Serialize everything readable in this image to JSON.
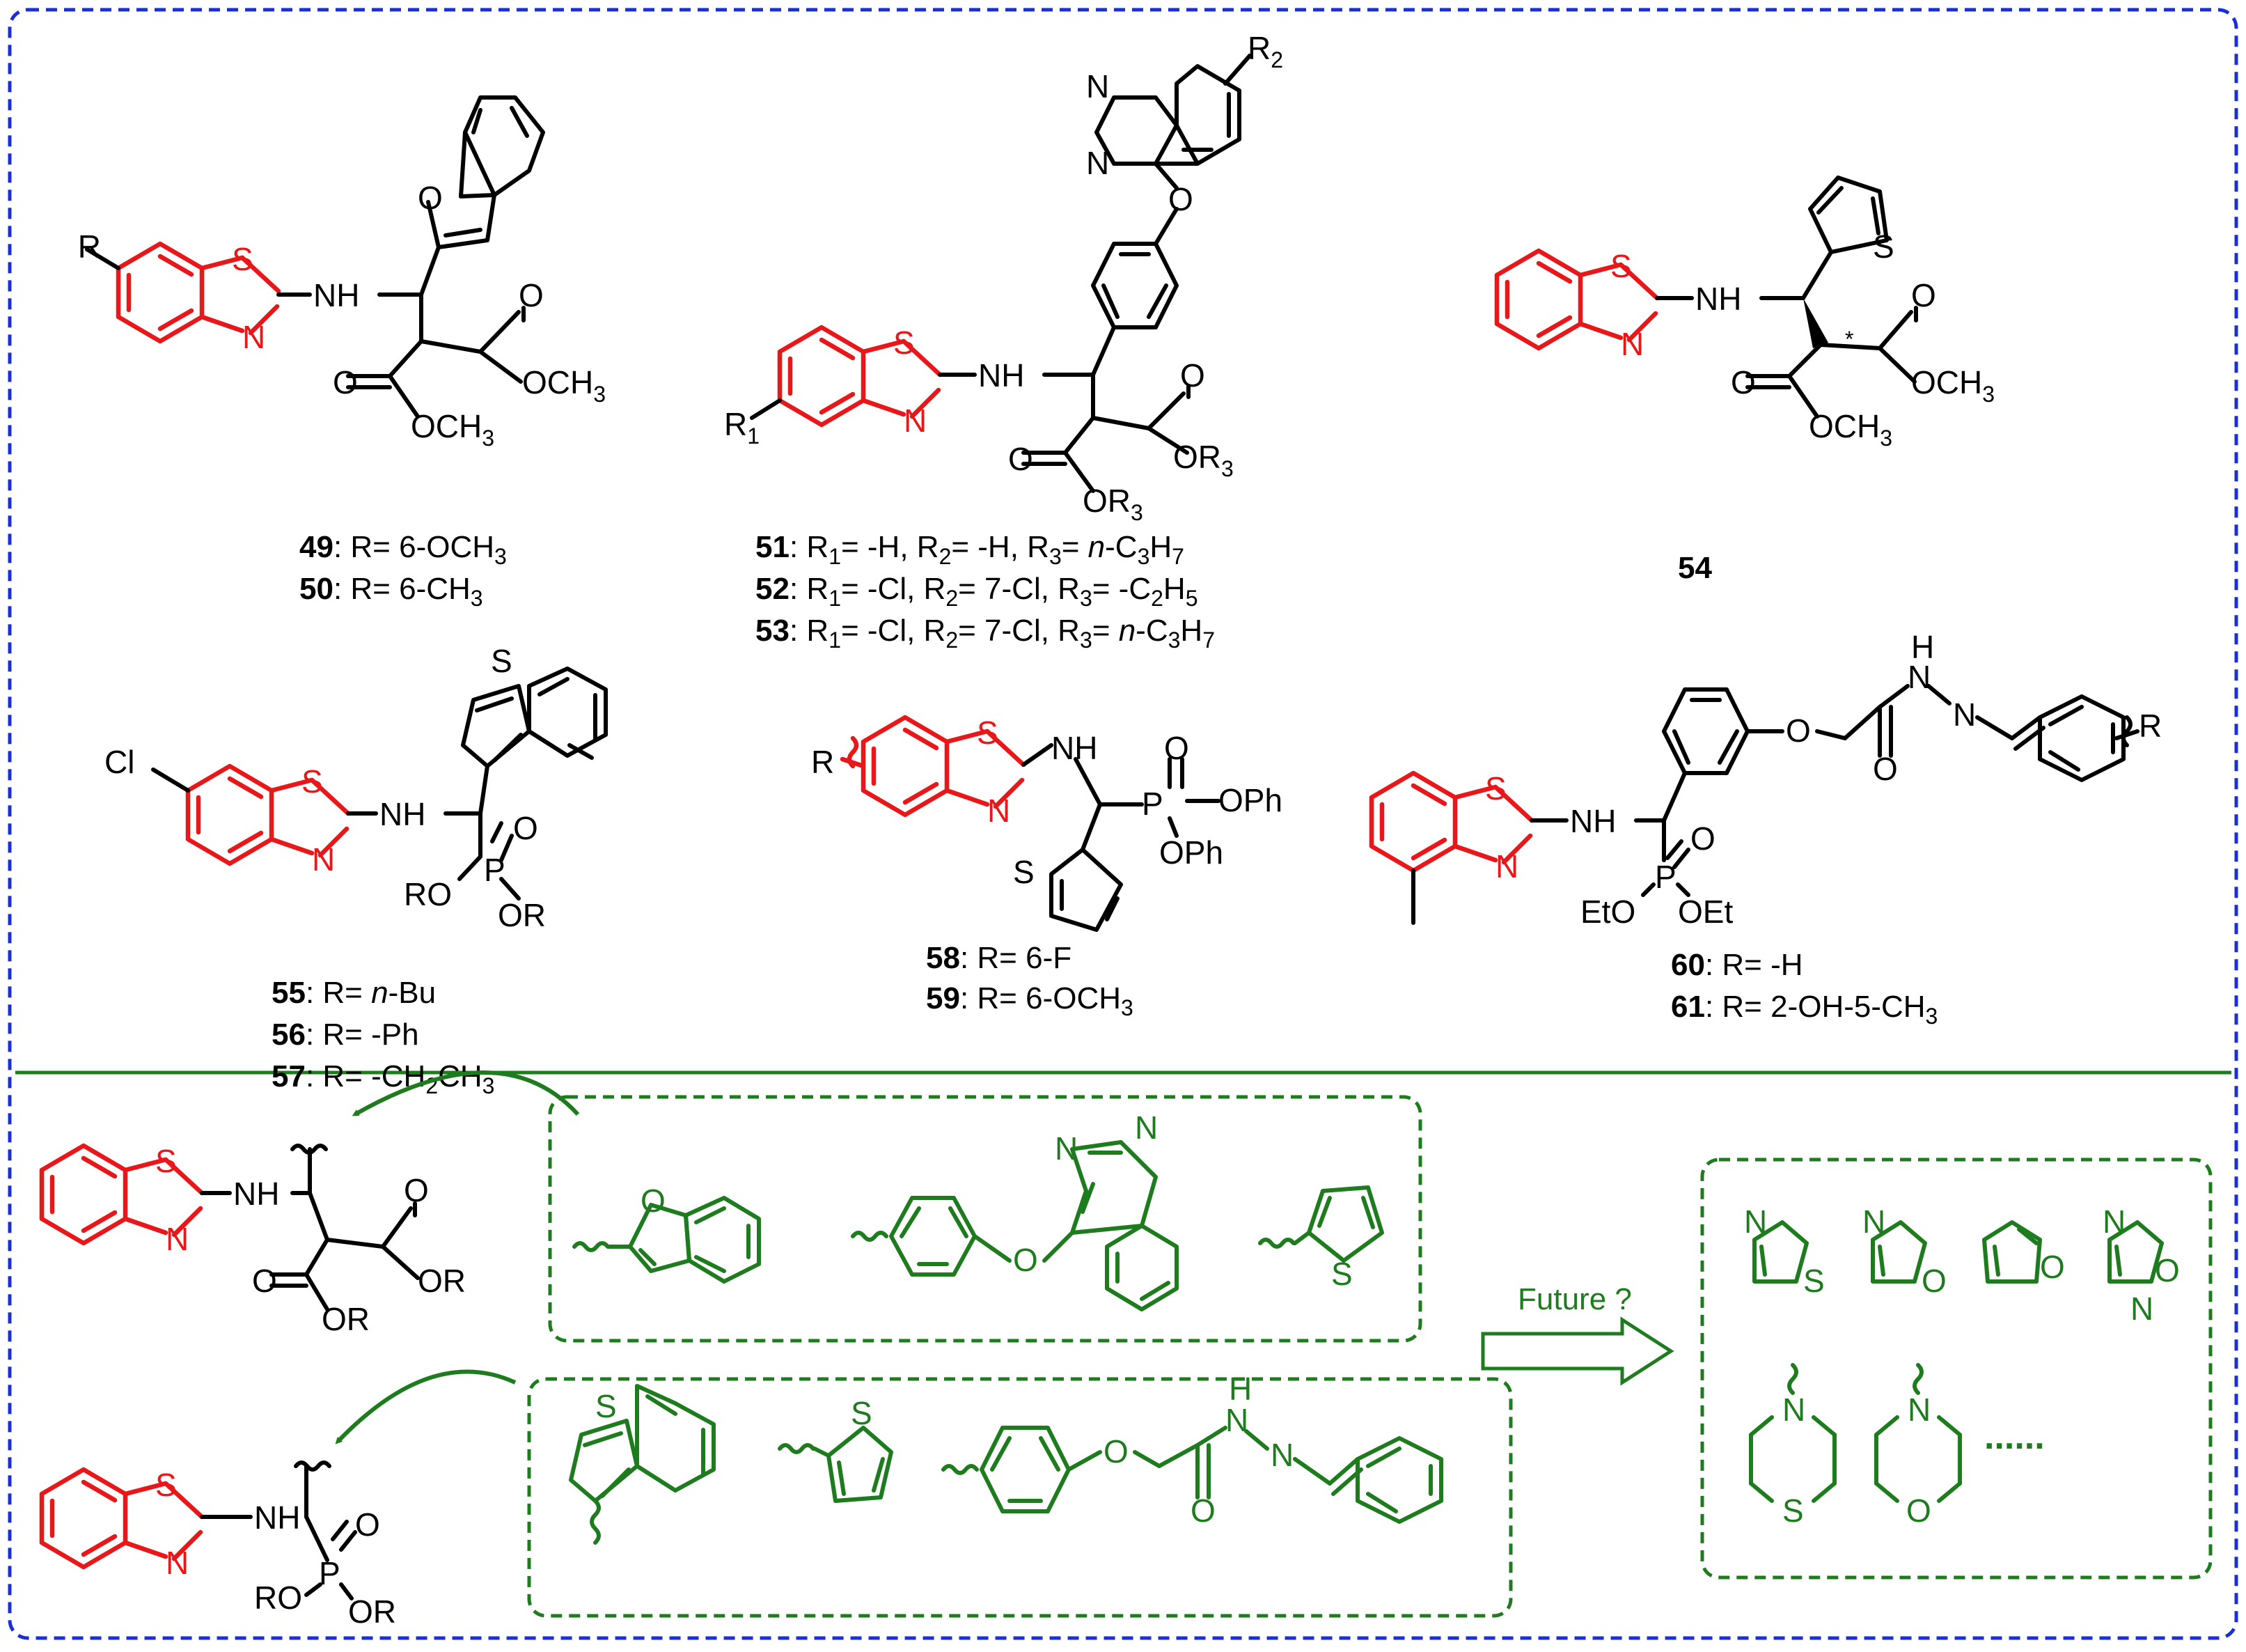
{
  "colors": {
    "scaffold": "#e8171a",
    "linker": "#000000",
    "fragment": "#1e7b1e",
    "frame_border": "#1a2fd6",
    "divider": "#1e7b1e"
  },
  "atoms": {
    "S": "S",
    "N": "N",
    "O": "O",
    "P": "P",
    "Cl": "Cl",
    "R": "R",
    "NH": "NH",
    "H": "H",
    "R1": "R",
    "R2": "R",
    "R3": "R",
    "sub1": "1",
    "sub2": "2",
    "sub3": "3",
    "OCH": "OCH",
    "sub_3": "3",
    "OR": "OR",
    "RO": "RO",
    "OPh": "OPh",
    "EtO": "EtO",
    "OEt": "OEt",
    "dots": "......",
    "star": "*"
  },
  "compounds": {
    "c49": {
      "num": "49",
      "text": ": R= 6-OCH",
      "sub": "3"
    },
    "c50": {
      "num": "50",
      "text": ": R= 6-CH",
      "sub": "3"
    },
    "c51": {
      "num": "51",
      "t1": ": R",
      "s1": "1",
      "t2": "= -H, R",
      "s2": "2",
      "t3": "= -H, R",
      "s3": "3",
      "t4": "= ",
      "it": "n",
      "t5": "-C",
      "s4": "3",
      "t6": "H",
      "s5": "7"
    },
    "c52": {
      "num": "52",
      "t1": ": R",
      "s1": "1",
      "t2": "= -Cl, R",
      "s2": "2",
      "t3": "= 7-Cl, R",
      "s3": "3",
      "t4": "= -C",
      "s4": "2",
      "t5": "H",
      "s5": "5"
    },
    "c53": {
      "num": "53",
      "t1": ": R",
      "s1": "1",
      "t2": "= -Cl, R",
      "s2": "2",
      "t3": "= 7-Cl, R",
      "s3": "3",
      "t4": "= ",
      "it": "n",
      "t5": "-C",
      "s4": "3",
      "t6": "H",
      "s5": "7"
    },
    "c54": {
      "num": "54"
    },
    "c55": {
      "num": "55",
      "t1": ": R= ",
      "it": "n",
      "t2": "-Bu"
    },
    "c56": {
      "num": "56",
      "text": ": R= -Ph"
    },
    "c57": {
      "num": "57",
      "t1": ": R= -CH",
      "s1": "2",
      "t2": "CH",
      "s2": "3"
    },
    "c58": {
      "num": "58",
      "text": ": R= 6-F"
    },
    "c59": {
      "num": "59",
      "text": ": R= 6-OCH",
      "sub": "3"
    },
    "c60": {
      "num": "60",
      "text": ": R= -H"
    },
    "c61": {
      "num": "61",
      "text": ": R= 2-OH-5-CH",
      "sub": "3"
    }
  },
  "future_label": "Future ?"
}
